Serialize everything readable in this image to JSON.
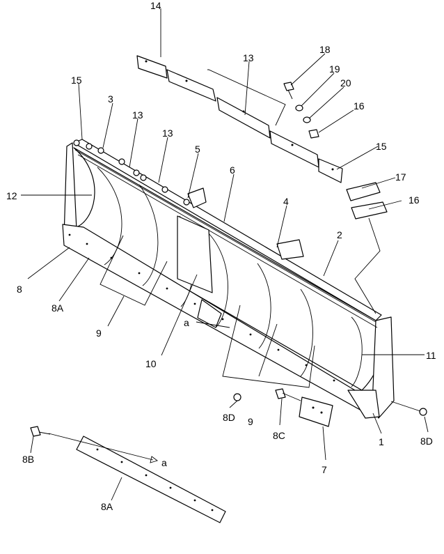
{
  "callouts": {
    "c14": "14",
    "c13a": "13",
    "c18": "18",
    "c19": "19",
    "c20": "20",
    "c16a": "16",
    "c15a": "15",
    "c15b": "15",
    "c3": "3",
    "c13b": "13",
    "c13c": "13",
    "c5": "5",
    "c6": "6",
    "c12": "12",
    "c17": "17",
    "c16b": "16",
    "c4": "4",
    "c2": "2",
    "c8": "8",
    "c8a": "8A",
    "c9a": "9",
    "ca1": "a",
    "c10": "10",
    "c11": "11",
    "c8d1": "8D",
    "c9b": "9",
    "c8c": "8C",
    "c1": "1",
    "c8d2": "8D",
    "c7": "7",
    "c8b": "8B",
    "ca2": "a",
    "c8a2": "8A"
  }
}
